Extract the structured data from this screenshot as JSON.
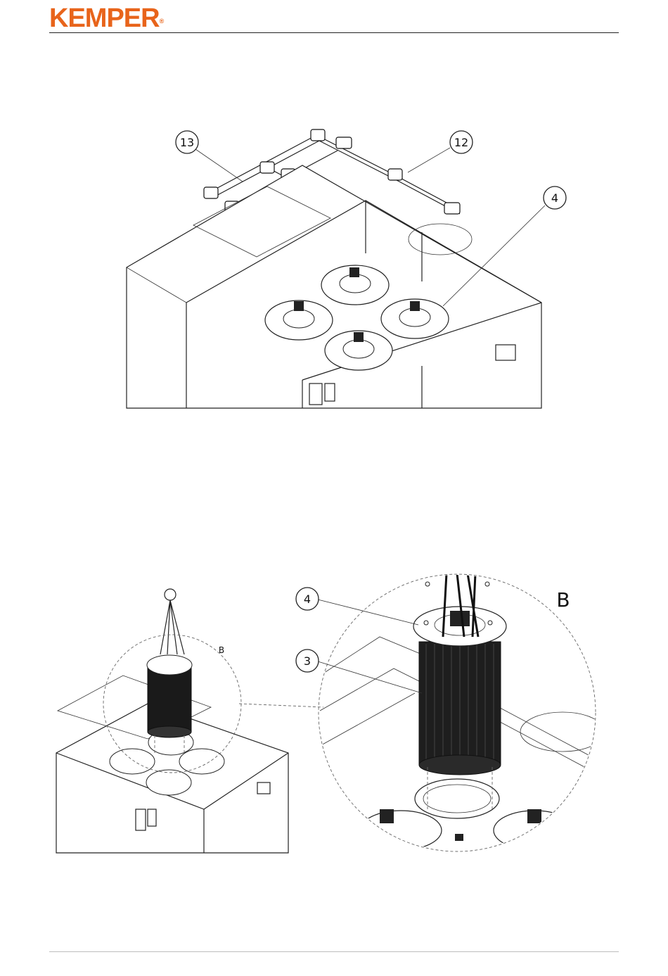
{
  "header": {
    "logo_text": "KEMPER",
    "logo_reg": "®",
    "logo_color": "#e8641b"
  },
  "figure1": {
    "callouts": [
      "13",
      "12",
      "4"
    ]
  },
  "figure2": {
    "callouts": [
      "4",
      "3"
    ],
    "detail_label_large": "B",
    "detail_label_small": "B"
  }
}
